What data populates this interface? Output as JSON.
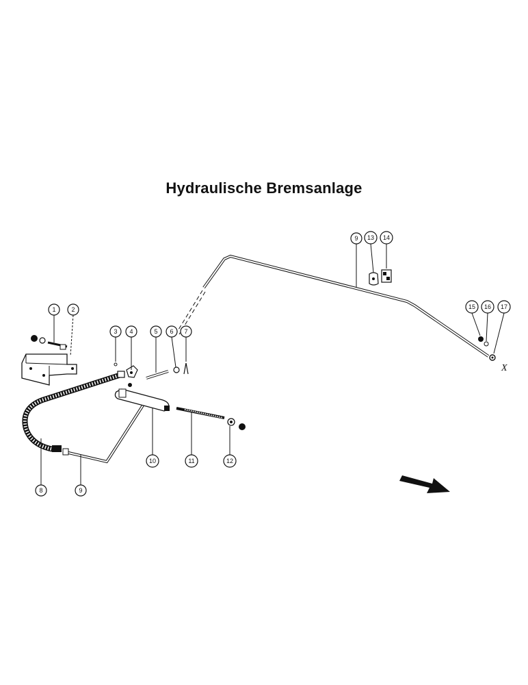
{
  "title": "Hydraulische Bremsanlage",
  "marker_x": "X",
  "callouts": [
    {
      "id": "c1",
      "label": "1"
    },
    {
      "id": "c2",
      "label": "2"
    },
    {
      "id": "c3",
      "label": "3"
    },
    {
      "id": "c4",
      "label": "4"
    },
    {
      "id": "c5",
      "label": "5"
    },
    {
      "id": "c6",
      "label": "6"
    },
    {
      "id": "c7",
      "label": "7"
    },
    {
      "id": "c8",
      "label": "8"
    },
    {
      "id": "c9a",
      "label": "9"
    },
    {
      "id": "c9b",
      "label": "9"
    },
    {
      "id": "c10",
      "label": "10"
    },
    {
      "id": "c11",
      "label": "11"
    },
    {
      "id": "c12",
      "label": "12"
    },
    {
      "id": "c13",
      "label": "13"
    },
    {
      "id": "c14",
      "label": "14"
    },
    {
      "id": "c15",
      "label": "15"
    },
    {
      "id": "c16",
      "label": "16"
    },
    {
      "id": "c17",
      "label": "17"
    }
  ],
  "colors": {
    "ink": "#111111",
    "background": "#ffffff"
  }
}
